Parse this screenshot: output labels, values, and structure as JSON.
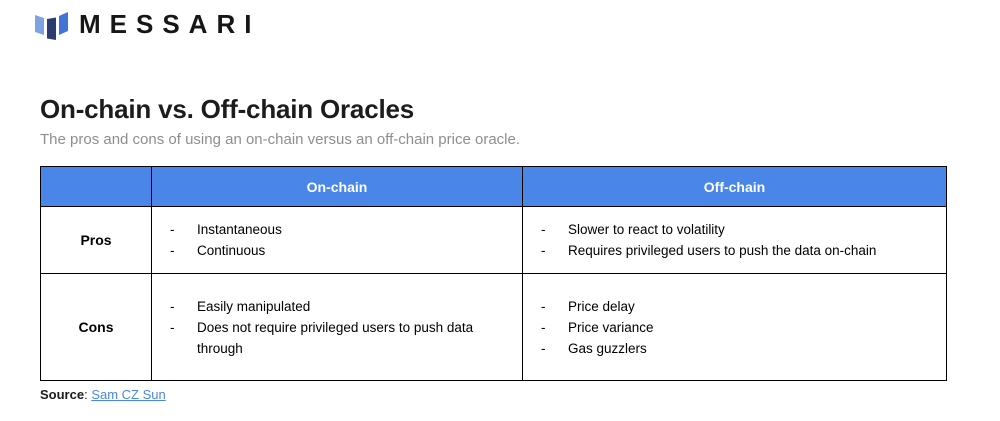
{
  "brand": {
    "wordmark": "MESSARI",
    "logo_colors": {
      "left_bar": "#7fa3e0",
      "middle_bar": "#2b3c70",
      "right_bar": "#4473d6"
    }
  },
  "page": {
    "title": "On-chain vs. Off-chain Oracles",
    "subtitle": "The pros and cons of using an on-chain versus an off-chain price oracle."
  },
  "table": {
    "header_bg_color": "#4a86e8",
    "header_text_color": "#ffffff",
    "bullet_marker": "-",
    "columns": [
      "",
      "On-chain",
      "Off-chain"
    ],
    "rows": [
      {
        "label": "Pros",
        "on_chain": [
          "Instantaneous",
          "Continuous"
        ],
        "off_chain": [
          "Slower to react to volatility",
          "Requires privileged users to push the data on-chain"
        ]
      },
      {
        "label": "Cons",
        "on_chain": [
          "Easily manipulated",
          "Does not require privileged users to push data through"
        ],
        "off_chain": [
          "Price delay",
          "Price variance",
          "Gas guzzlers"
        ]
      }
    ]
  },
  "source": {
    "label": "Source",
    "separator": ": ",
    "link_text": "Sam CZ Sun",
    "link_color": "#4a86e8"
  }
}
